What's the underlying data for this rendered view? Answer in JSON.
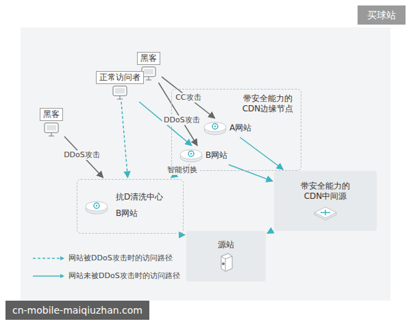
{
  "diagram": {
    "nodes": [
      {
        "text": [
          "黑客"
        ]
      },
      {
        "text": [
          "正常访问者"
        ]
      },
      {
        "text": [
          "黑客"
        ]
      },
      {
        "text": [
          "带安全能力的 CDN边缘节点"
        ]
      },
      {
        "text": [
          "A网站"
        ],
        "in": 3
      },
      {
        "text": [
          "B网站"
        ],
        "in": 3
      },
      {
        "text": [
          "抗D清洗中心",
          "B网站"
        ]
      },
      {
        "text": [
          "带安全能力的 CDN中间源"
        ]
      },
      {
        "text": [
          "源站"
        ]
      }
    ],
    "edges": [
      {
        "from": 0,
        "to": 4,
        "label": "CC攻击",
        "arrow": "to"
      },
      {
        "from": 0,
        "to": 5,
        "label": "DDoS攻击",
        "arrow": "to"
      },
      {
        "from": 2,
        "to": 6,
        "label": "DDoS攻击",
        "arrow": "to"
      },
      {
        "from": 1,
        "to": 5,
        "arrow": "to"
      },
      {
        "from": 1,
        "to": 6,
        "arrow": "to"
      },
      {
        "from": 5,
        "to": 6,
        "label": "智能切换",
        "arrow": "to"
      },
      {
        "from": 4,
        "to": 7,
        "arrow": "to"
      },
      {
        "from": 5,
        "to": 7,
        "arrow": "to"
      },
      {
        "from": 7,
        "to": 8,
        "arrow": "to"
      },
      {
        "from": 6,
        "to": 8,
        "arrow": "to"
      }
    ],
    "labels": [
      "买球站",
      "cn-mobile-maiqiuzhan.com"
    ],
    "legend": [
      {
        "text": "网站被DDoS攻击时的访问路径"
      },
      {
        "text": "网站未被DDoS攻击时的访问路径"
      }
    ]
  }
}
